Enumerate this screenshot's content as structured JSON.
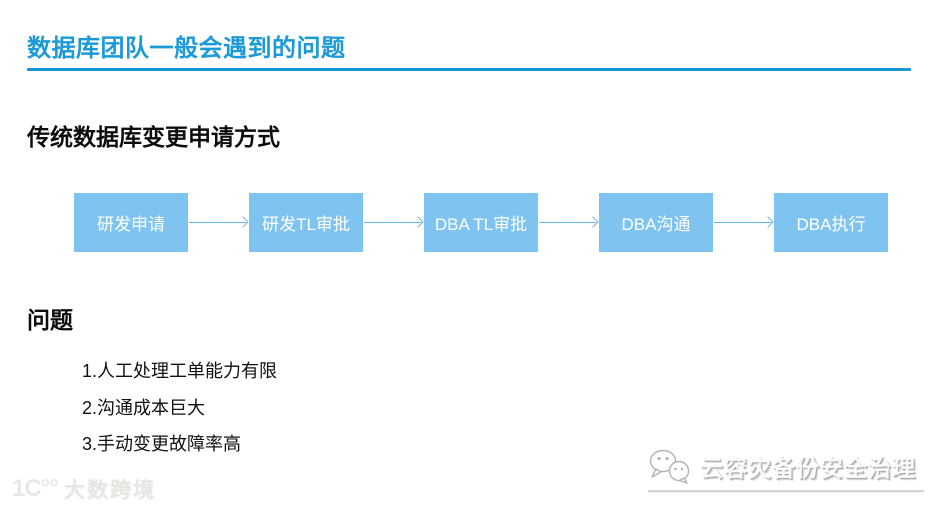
{
  "page": {
    "title": "数据库团队一般会遇到的问题"
  },
  "section": {
    "subtitle": "传统数据库变更申请方式"
  },
  "flow": {
    "steps": [
      {
        "label": "研发申请"
      },
      {
        "label": "研发TL审批"
      },
      {
        "label": "DBA TL审批"
      },
      {
        "label": "DBA沟通"
      },
      {
        "label": "DBA执行"
      }
    ]
  },
  "problems": {
    "heading": "问题",
    "items": [
      "1.人工处理工单能力有限",
      "2.沟通成本巨大",
      "3.手动变更故障率高"
    ]
  },
  "footer": {
    "left_logo": {
      "mark": "1C°°",
      "text": "大数跨境"
    },
    "right_watermark": {
      "icon": "wechat-icon",
      "text": "云容灾备份安全治理"
    }
  },
  "colors": {
    "accent_blue": "#1c9ad8",
    "rule_blue": "#1795d2",
    "box_blue": "#7fc4f1",
    "arrow_blue": "#6cb2e6",
    "watermark_gray": "#d6d6d6"
  }
}
